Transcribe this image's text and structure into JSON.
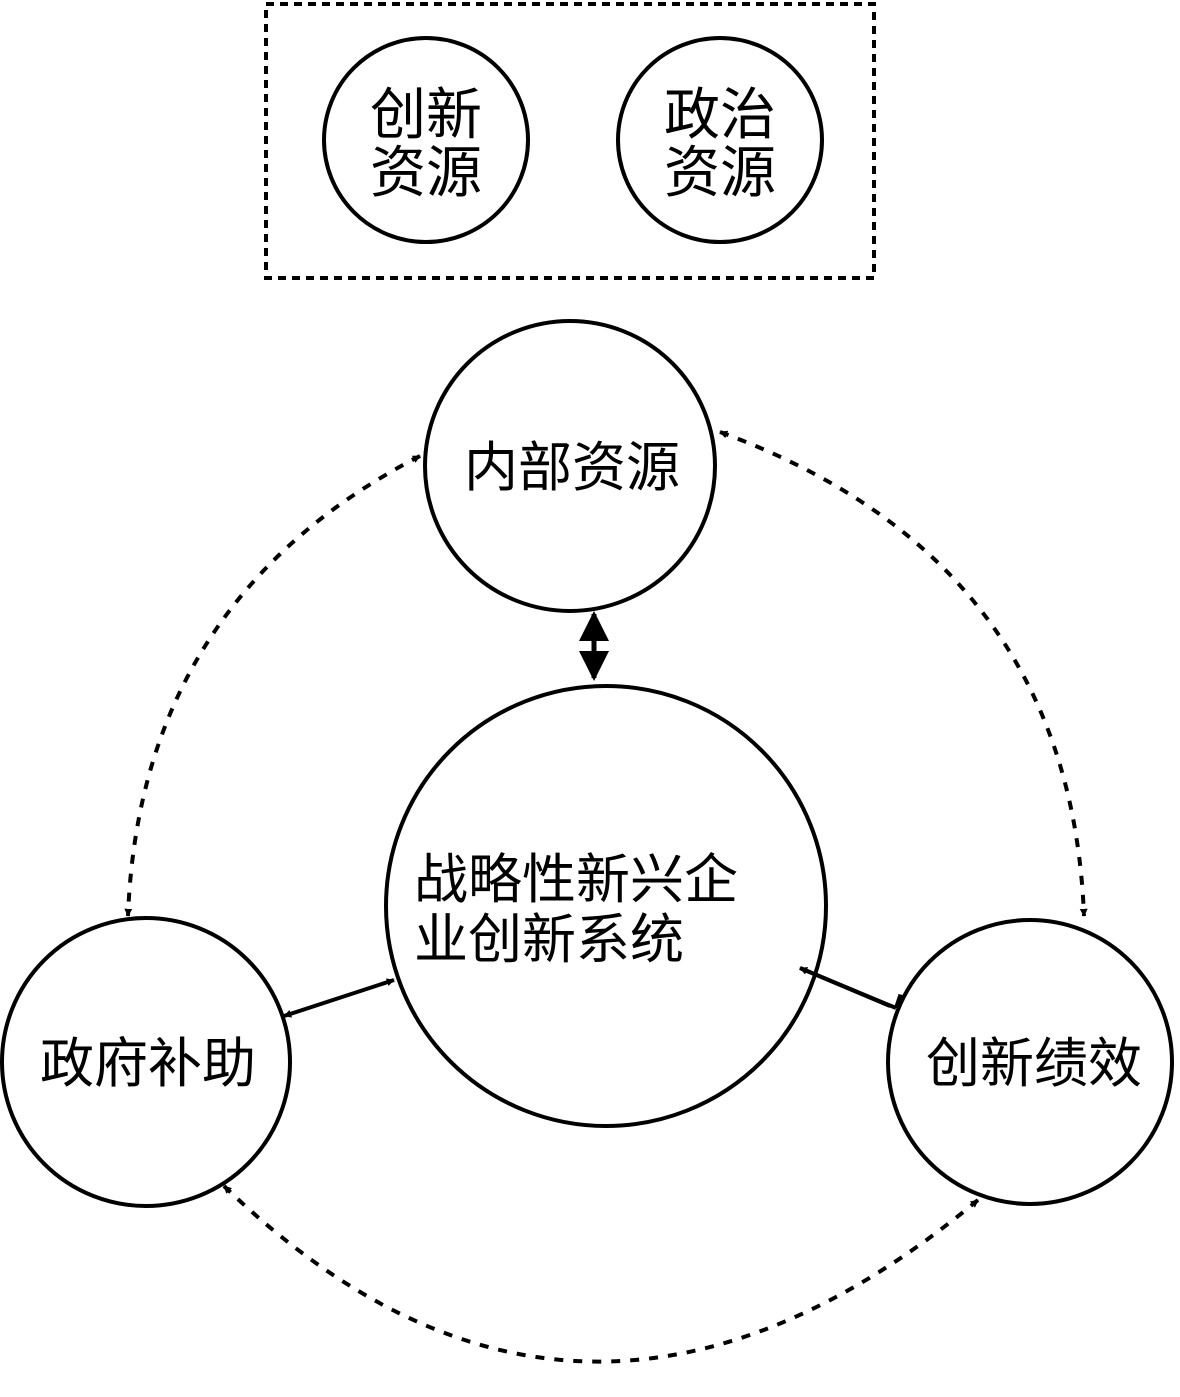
{
  "legend_box": {
    "node_innovation_resources": {
      "line1": "创新",
      "line2": "资源"
    },
    "node_political_resources": {
      "line1": "政治",
      "line2": "资源"
    }
  },
  "nodes": {
    "internal_resources": {
      "label": "内部资源"
    },
    "innovation_system": {
      "line1": "战略性新兴企",
      "line2": "业创新系统"
    },
    "government_subsidy": {
      "label": "政府补助"
    },
    "innovation_performance": {
      "label": "创新绩效"
    }
  },
  "colors": {
    "stroke": "#000000",
    "background": "#ffffff"
  }
}
